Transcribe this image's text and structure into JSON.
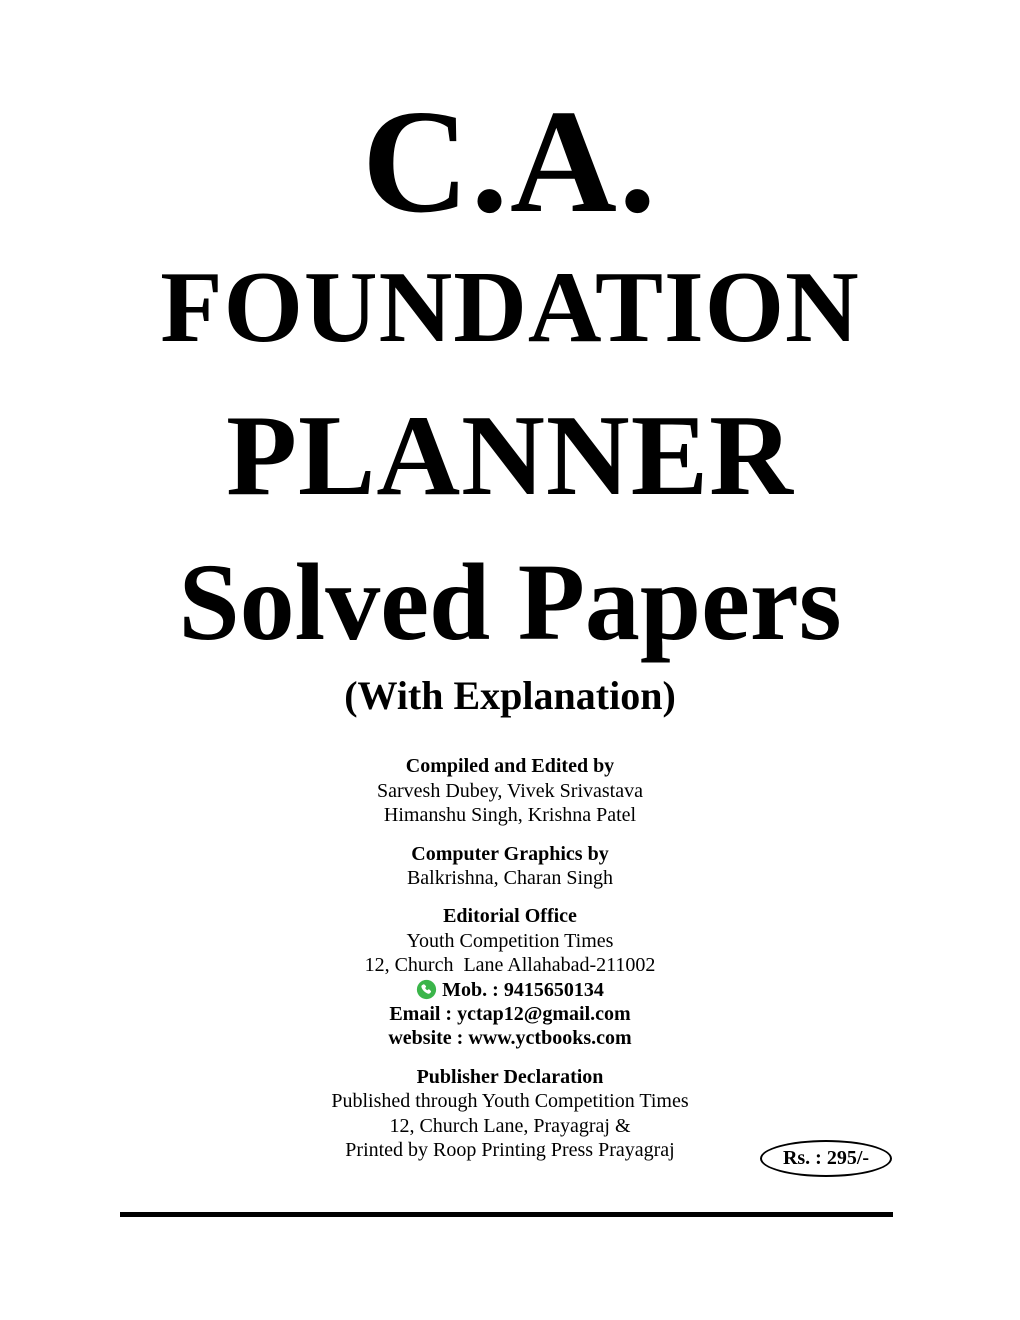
{
  "title": {
    "line1": "C.A.",
    "line2": "FOUNDATION",
    "line3": "PLANNER",
    "line4": "Solved Papers",
    "subtitle": "(With Explanation)"
  },
  "credits": {
    "compiled_heading": "Compiled and Edited by",
    "compiled_names1": "Sarvesh Dubey, Vivek Srivastava",
    "compiled_names2": "Himanshu Singh, Krishna Patel",
    "graphics_heading": "Computer Graphics by",
    "graphics_names": "Balkrishna, Charan Singh"
  },
  "office": {
    "heading": "Editorial Office",
    "line1": "Youth Competition Times",
    "line2": "12, Church  Lane Allahabad-211002",
    "mobile": "Mob. : 9415650134",
    "email": "Email : yctap12@gmail.com",
    "website": "website : www.yctbooks.com"
  },
  "publisher": {
    "heading": "Publisher Declaration",
    "line1": "Published through Youth Competition Times",
    "line2": "12, Church Lane, Prayagraj &",
    "line3": "Printed by Roop Printing Press Prayagraj"
  },
  "price": {
    "label": "Rs. : 295/-"
  },
  "icons": {
    "mobile_icon": "whatsapp-icon"
  },
  "colors": {
    "whatsapp_green": "#3bb54a",
    "text": "#000000",
    "background": "#ffffff"
  }
}
